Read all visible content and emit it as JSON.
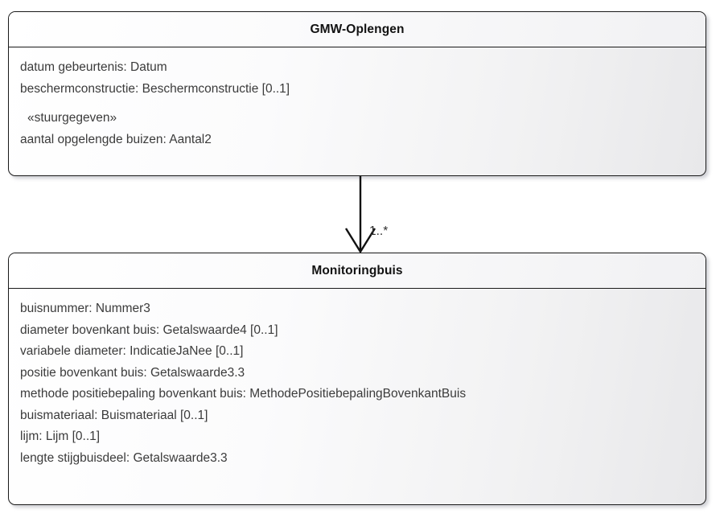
{
  "diagram": {
    "type": "uml-class-diagram",
    "background_color": "#ffffff",
    "classes": [
      {
        "id": "gmw-oplengen",
        "name": "GMW-Oplengen",
        "attributes": [
          {
            "text": "datum gebeurtenis: Datum",
            "stereotype": false
          },
          {
            "text": "beschermconstructie: Beschermconstructie [0..1]",
            "stereotype": false
          },
          {
            "text": "«stuurgegeven»",
            "stereotype": true
          },
          {
            "text": "aantal opgelengde buizen: Aantal2",
            "stereotype": false
          }
        ]
      },
      {
        "id": "monitoringbuis",
        "name": "Monitoringbuis",
        "attributes": [
          {
            "text": "buisnummer: Nummer3",
            "stereotype": false
          },
          {
            "text": "diameter bovenkant buis: Getalswaarde4 [0..1]",
            "stereotype": false
          },
          {
            "text": "variabele diameter: IndicatieJaNee [0..1]",
            "stereotype": false
          },
          {
            "text": "positie bovenkant buis: Getalswaarde3.3",
            "stereotype": false
          },
          {
            "text": "methode positiebepaling bovenkant buis: MethodePositiebepalingBovenkantBuis",
            "stereotype": false
          },
          {
            "text": "buismateriaal: Buismateriaal [0..1]",
            "stereotype": false
          },
          {
            "text": "lijm: Lijm [0..1]",
            "stereotype": false
          },
          {
            "text": "lengte stijgbuisdeel: Getalswaarde3.3",
            "stereotype": false
          }
        ]
      }
    ],
    "connector": {
      "kind": "composition-arrow",
      "from": "gmw-oplengen",
      "to": "monitoringbuis",
      "multiplicity": "1..*",
      "line_color": "#111111"
    }
  }
}
